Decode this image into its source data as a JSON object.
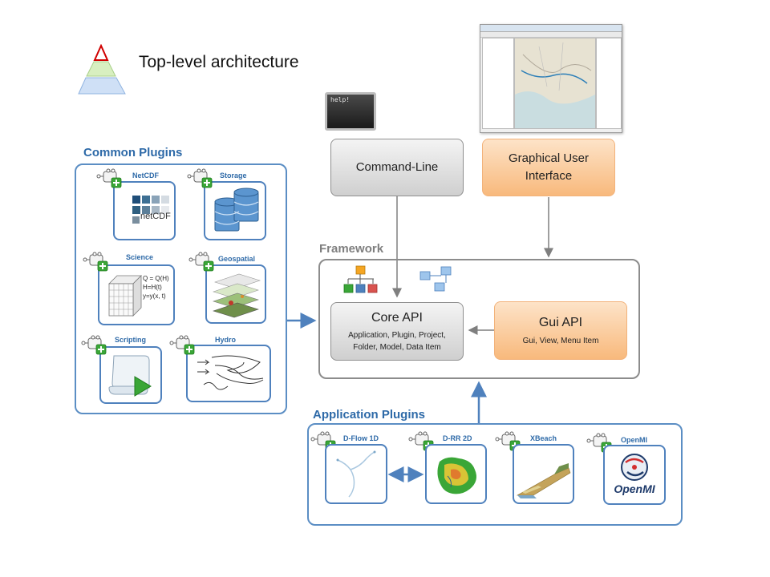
{
  "title": "Top-level architecture",
  "common_plugins": {
    "label": "Common Plugins",
    "items": [
      {
        "name": "NetCDF",
        "image_text": "netCDF"
      },
      {
        "name": "Storage"
      },
      {
        "name": "Science",
        "equations": [
          "Q = Q(H)",
          "H=H(t)",
          "y=y(x, t)"
        ]
      },
      {
        "name": "Geospatial"
      },
      {
        "name": "Scripting"
      },
      {
        "name": "Hydro"
      }
    ]
  },
  "command_line": {
    "label": "Command-Line",
    "screen_text": "help!"
  },
  "gui": {
    "label_line1": "Graphical User",
    "label_line2": "Interface"
  },
  "framework": {
    "label": "Framework",
    "core_api": {
      "title": "Core API",
      "line1": "Application, Plugin, Project,",
      "line2": "Folder, Model, Data Item"
    },
    "gui_api": {
      "title": "Gui API",
      "subtitle": "Gui, View, Menu Item"
    }
  },
  "application_plugins": {
    "label": "Application Plugins",
    "items": [
      {
        "name": "D-Flow 1D"
      },
      {
        "name": "D-RR 2D"
      },
      {
        "name": "XBeach"
      },
      {
        "name": "OpenMI",
        "logo_text": "OpenMI"
      }
    ]
  },
  "colors": {
    "accent_blue": "#4f81bd",
    "label_blue": "#2e6aa8",
    "orange": "#f8b97c",
    "grey": "#8c8c8c"
  }
}
